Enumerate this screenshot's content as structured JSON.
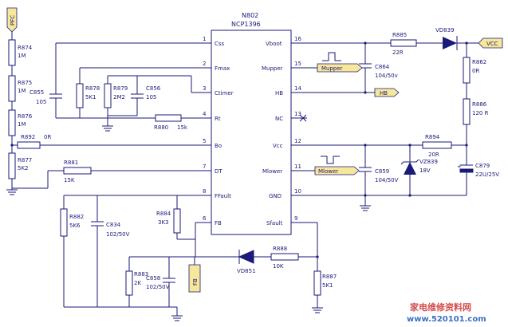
{
  "ic": {
    "ref": "N802",
    "part": "NCP1396",
    "left_pins": [
      {
        "num": "1",
        "name": "Css"
      },
      {
        "num": "2",
        "name": "Fmax"
      },
      {
        "num": "3",
        "name": "Ctimer"
      },
      {
        "num": "4",
        "name": "Rt"
      },
      {
        "num": "5",
        "name": "Bo"
      },
      {
        "num": "7",
        "name": "DT"
      },
      {
        "num": "8",
        "name": "FFault"
      },
      {
        "num": "6",
        "name": "FB"
      }
    ],
    "right_pins": [
      {
        "num": "16",
        "name": "Vboot"
      },
      {
        "num": "15",
        "name": "Mupper"
      },
      {
        "num": "14",
        "name": "HB"
      },
      {
        "num": "13",
        "name": "NC"
      },
      {
        "num": "12",
        "name": "Vcc"
      },
      {
        "num": "11",
        "name": "Mlower"
      },
      {
        "num": "10",
        "name": "GND"
      },
      {
        "num": "9",
        "name": "Sfault"
      }
    ]
  },
  "nets": {
    "pfc": "PFC",
    "vcc": "VCC",
    "hb": "HB",
    "mupper": "Mupper",
    "mlower": "Mlower",
    "fb": "FB"
  },
  "components": {
    "r874": {
      "ref": "R874",
      "value": "1M"
    },
    "r875": {
      "ref": "R875",
      "value": "1M"
    },
    "r876": {
      "ref": "R876",
      "value": "1M"
    },
    "r877": {
      "ref": "R877",
      "value": "5K2"
    },
    "r892": {
      "ref": "R892",
      "value": "0R"
    },
    "c855": {
      "ref": "C855",
      "value": "105"
    },
    "r878": {
      "ref": "R878",
      "value": "5K1"
    },
    "r879": {
      "ref": "R879",
      "value": "2M2"
    },
    "c856": {
      "ref": "C856",
      "value": "105"
    },
    "r880": {
      "ref": "R880",
      "value": "15k"
    },
    "r881": {
      "ref": "R881",
      "value": "15K"
    },
    "r882": {
      "ref": "R882",
      "value": "5K6"
    },
    "c834": {
      "ref": "C834",
      "value": "102/50V"
    },
    "r884": {
      "ref": "R884",
      "value": "3K3"
    },
    "r883": {
      "ref": "R883",
      "value": "2K"
    },
    "c858": {
      "ref": "C858",
      "value": "102/50V"
    },
    "vd851": {
      "ref": "VD851",
      "value": ""
    },
    "r888": {
      "ref": "R888",
      "value": "10K"
    },
    "r887": {
      "ref": "R887",
      "value": "5K1"
    },
    "r885": {
      "ref": "R885",
      "value": "22R"
    },
    "vd839": {
      "ref": "VD839",
      "value": ""
    },
    "c864": {
      "ref": "C864",
      "value": "104/50v"
    },
    "r862": {
      "ref": "R862",
      "value": "0R"
    },
    "r886": {
      "ref": "R886",
      "value": "120 R"
    },
    "r894": {
      "ref": "R894",
      "value": "20R"
    },
    "c859": {
      "ref": "C859",
      "value": "104/50V"
    },
    "vz839": {
      "ref": "VZ839",
      "value": "18V"
    },
    "c879": {
      "ref": "C879",
      "value": "22U/25V"
    }
  },
  "watermark": {
    "cn": "家电维修资料网",
    "url": "www.520101.com"
  }
}
